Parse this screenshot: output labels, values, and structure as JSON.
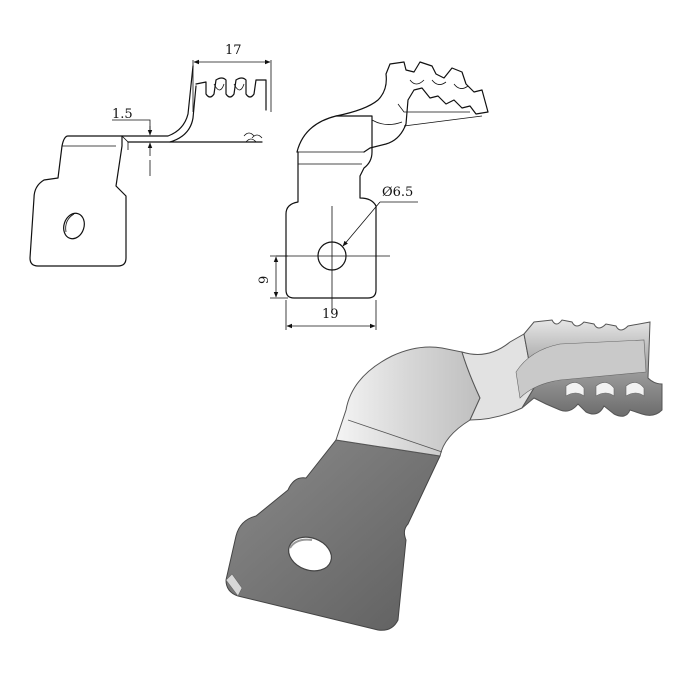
{
  "dimensions": {
    "length": "17",
    "thickness": "1.5",
    "hole_diameter": "Ø6.5",
    "hole_offset": "9",
    "width": "19"
  },
  "colors": {
    "line": "#111111",
    "metal_dark": "#6f6f6f",
    "metal_mid": "#a9a9a9",
    "metal_light": "#ededed"
  }
}
